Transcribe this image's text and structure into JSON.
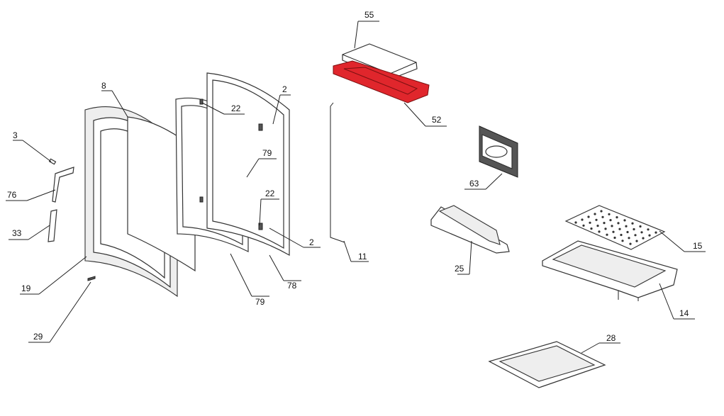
{
  "title": "Stove door and baffle exploded parts diagram",
  "highlight_color": "#e0262c",
  "callouts": [
    "55",
    "52",
    "8",
    "2",
    "22",
    "3",
    "76",
    "79",
    "22",
    "33",
    "2",
    "11",
    "63",
    "15",
    "25",
    "19",
    "78",
    "79",
    "14",
    "29",
    "28"
  ],
  "highlighted_part": "52"
}
